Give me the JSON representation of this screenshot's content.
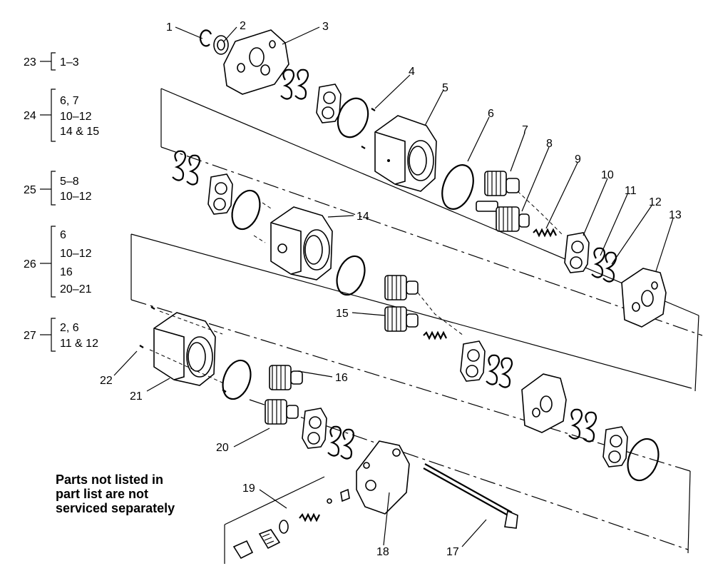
{
  "callouts": [
    "1",
    "2",
    "3",
    "4",
    "5",
    "6",
    "7",
    "8",
    "9",
    "10",
    "11",
    "12",
    "13",
    "14",
    "15",
    "16",
    "17",
    "18",
    "19",
    "20",
    "21",
    "22"
  ],
  "kit_groups": [
    {
      "id": "23",
      "lines": [
        "1–3"
      ]
    },
    {
      "id": "24",
      "lines": [
        "6, 7",
        "10–12",
        "14 & 15"
      ]
    },
    {
      "id": "25",
      "lines": [
        "5–8",
        "10–12"
      ]
    },
    {
      "id": "26",
      "lines": [
        "6",
        "10–12",
        "16",
        "20–21"
      ]
    },
    {
      "id": "27",
      "lines": [
        "2, 6",
        "11 & 12"
      ]
    }
  ],
  "note": {
    "lines": [
      "Parts not listed in",
      "part list are not",
      "serviced separately"
    ]
  },
  "icons": [
    "snap-ring-icon",
    "seal-icon",
    "cover-icon",
    "dowel-icon",
    "pump-body-icon",
    "o-ring-icon",
    "gear-icon",
    "drive-gear-shaft-icon",
    "spring-icon",
    "bearing-block-icon",
    "end-plate-icon",
    "bolt-icon",
    "relief-valve-icon"
  ]
}
